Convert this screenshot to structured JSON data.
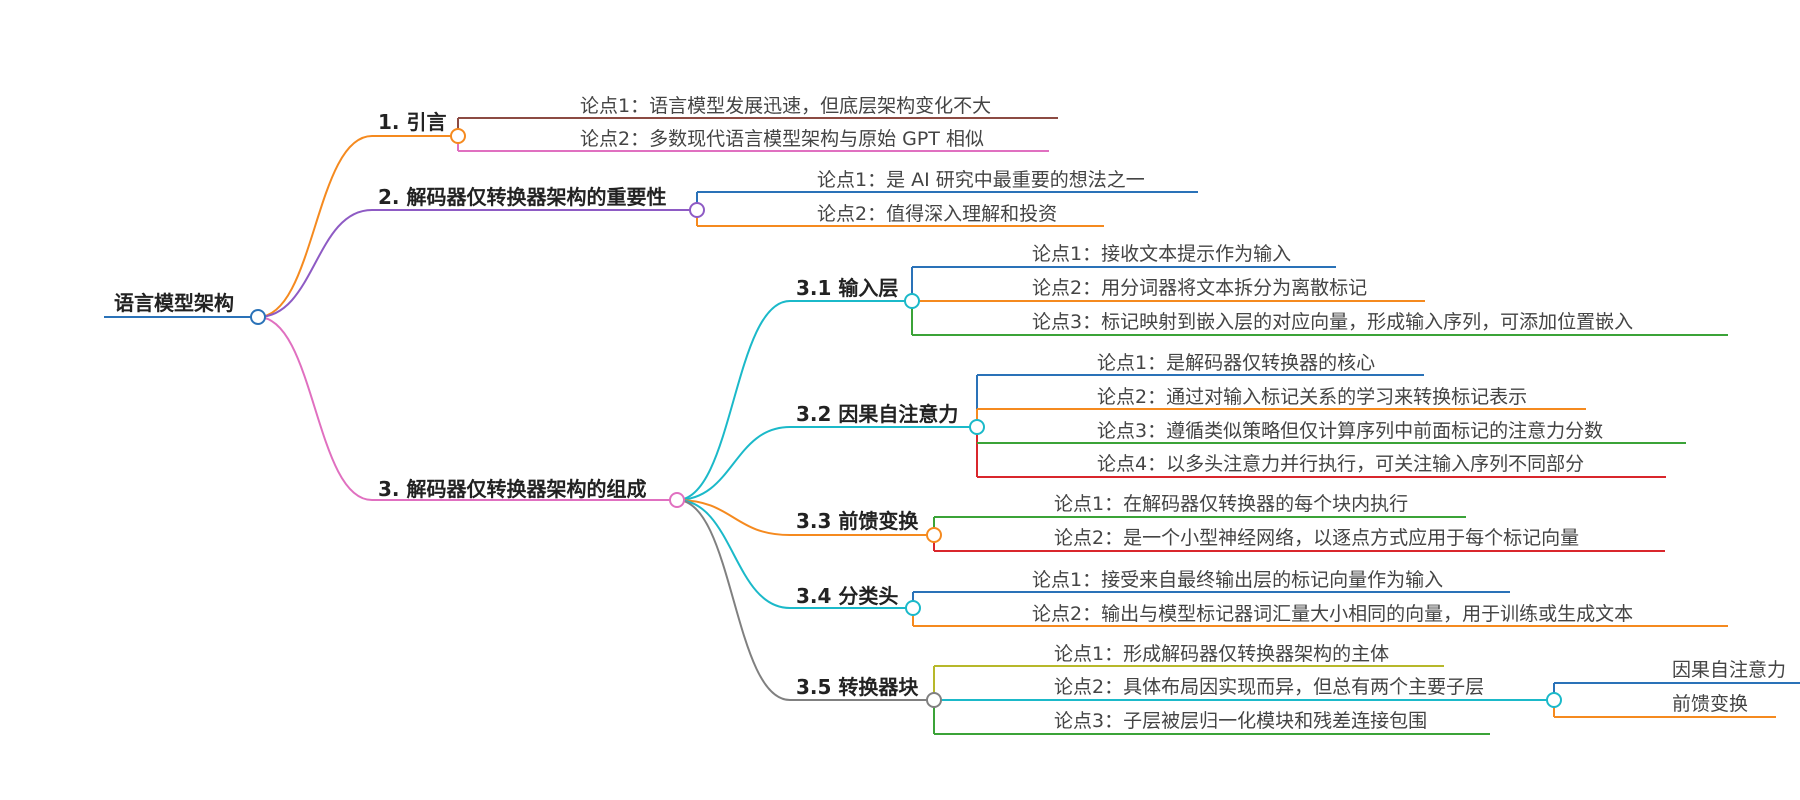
{
  "mindmap": {
    "root": {
      "id": "root",
      "label": "语言模型架构"
    },
    "colors": {
      "orange": "#F58A1F",
      "purple": "#8E5BC4",
      "pink": "#E070C0",
      "cyan": "#1BB9C9",
      "blue": "#2A72B8",
      "green": "#3BA338",
      "red": "#D9262C",
      "gray": "#808080",
      "brown": "#8C4B43",
      "olive": "#B7B82A"
    },
    "nodes": [
      {
        "id": "n1",
        "label": "1. 引言"
      },
      {
        "id": "n1_1",
        "label": "论点1：语言模型发展迅速，但底层架构变化不大"
      },
      {
        "id": "n1_2",
        "label": "论点2：多数现代语言模型架构与原始 GPT 相似"
      },
      {
        "id": "n2",
        "label": "2. 解码器仅转换器架构的重要性"
      },
      {
        "id": "n2_1",
        "label": "论点1：是 AI 研究中最重要的想法之一"
      },
      {
        "id": "n2_2",
        "label": "论点2：值得深入理解和投资"
      },
      {
        "id": "n3",
        "label": "3. 解码器仅转换器架构的组成"
      },
      {
        "id": "n31",
        "label": "3.1 输入层"
      },
      {
        "id": "n31_1",
        "label": "论点1：接收文本提示作为输入"
      },
      {
        "id": "n31_2",
        "label": "论点2：用分词器将文本拆分为离散标记"
      },
      {
        "id": "n31_3",
        "label": "论点3：标记映射到嵌入层的对应向量，形成输入序列，可添加位置嵌入"
      },
      {
        "id": "n32",
        "label": "3.2 因果自注意力"
      },
      {
        "id": "n32_1",
        "label": "论点1：是解码器仅转换器的核心"
      },
      {
        "id": "n32_2",
        "label": "论点2：通过对输入标记关系的学习来转换标记表示"
      },
      {
        "id": "n32_3",
        "label": "论点3：遵循类似策略但仅计算序列中前面标记的注意力分数"
      },
      {
        "id": "n32_4",
        "label": "论点4：以多头注意力并行执行，可关注输入序列不同部分"
      },
      {
        "id": "n33",
        "label": "3.3 前馈变换"
      },
      {
        "id": "n33_1",
        "label": "论点1：在解码器仅转换器的每个块内执行"
      },
      {
        "id": "n33_2",
        "label": "论点2：是一个小型神经网络，以逐点方式应用于每个标记向量"
      },
      {
        "id": "n34",
        "label": "3.4 分类头"
      },
      {
        "id": "n34_1",
        "label": "论点1：接受来自最终输出层的标记向量作为输入"
      },
      {
        "id": "n34_2",
        "label": "论点2：输出与模型标记器词汇量大小相同的向量，用于训练或生成文本"
      },
      {
        "id": "n35",
        "label": "3.5 转换器块"
      },
      {
        "id": "n35_1",
        "label": "论点1：形成解码器仅转换器架构的主体"
      },
      {
        "id": "n35_2",
        "label": "论点2：具体布局因实现而异，但总有两个主要子层"
      },
      {
        "id": "n35_2a",
        "label": "因果自注意力"
      },
      {
        "id": "n35_2b",
        "label": "前馈变换"
      },
      {
        "id": "n35_3",
        "label": "论点3：子层被层归一化模块和残差连接包围"
      }
    ]
  }
}
